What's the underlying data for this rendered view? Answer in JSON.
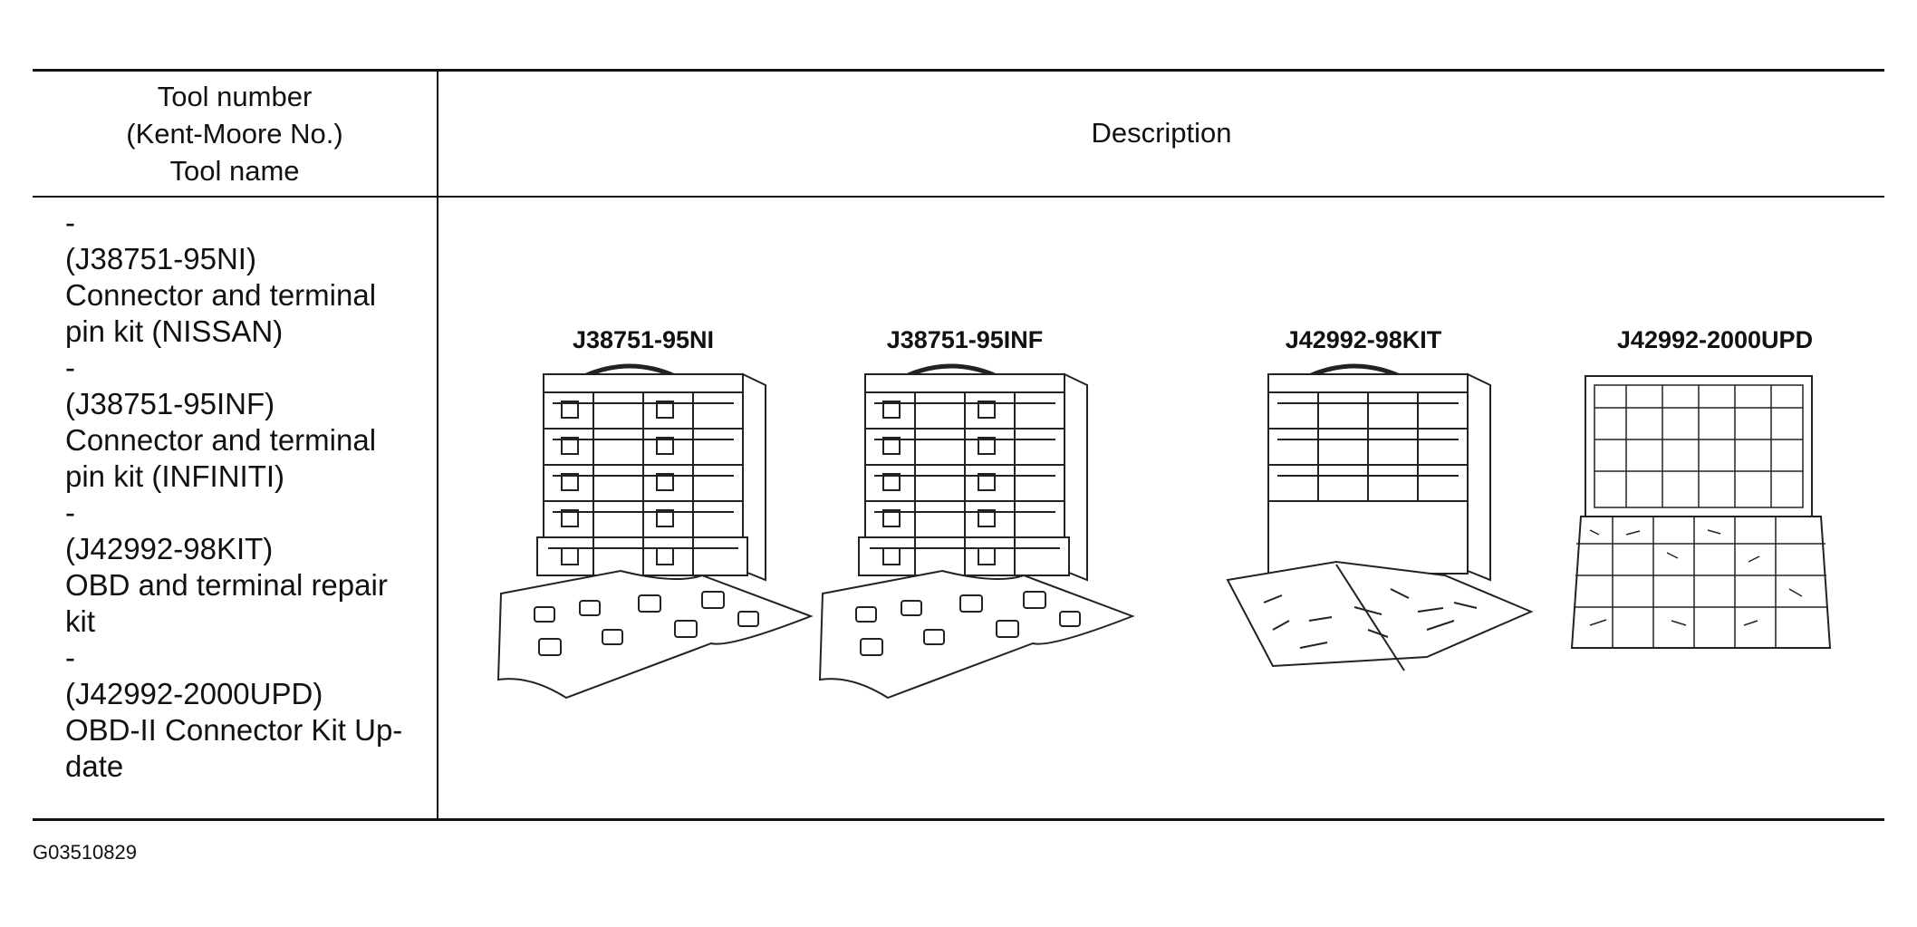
{
  "table": {
    "header_left": [
      "Tool number",
      "(Kent-Moore No.)",
      "Tool name"
    ],
    "header_right": "Description",
    "tool_lines": [
      "-",
      "(J38751-95NI)",
      "Connector and terminal",
      "pin kit (NISSAN)",
      "-",
      "(J38751-95INF)",
      "Connector and terminal",
      "pin kit (INFINITI)",
      "-",
      "(J42992-98KIT)",
      "OBD and terminal repair",
      "kit",
      "-",
      "(J42992-2000UPD)",
      "OBD-II Connector Kit Up-",
      "date"
    ],
    "kits": [
      {
        "label": "J38751-95NI"
      },
      {
        "label": "J38751-95INF"
      },
      {
        "label": "J42992-98KIT"
      },
      {
        "label": "J42992-2000UPD"
      }
    ]
  },
  "figure_id": "G03510829"
}
